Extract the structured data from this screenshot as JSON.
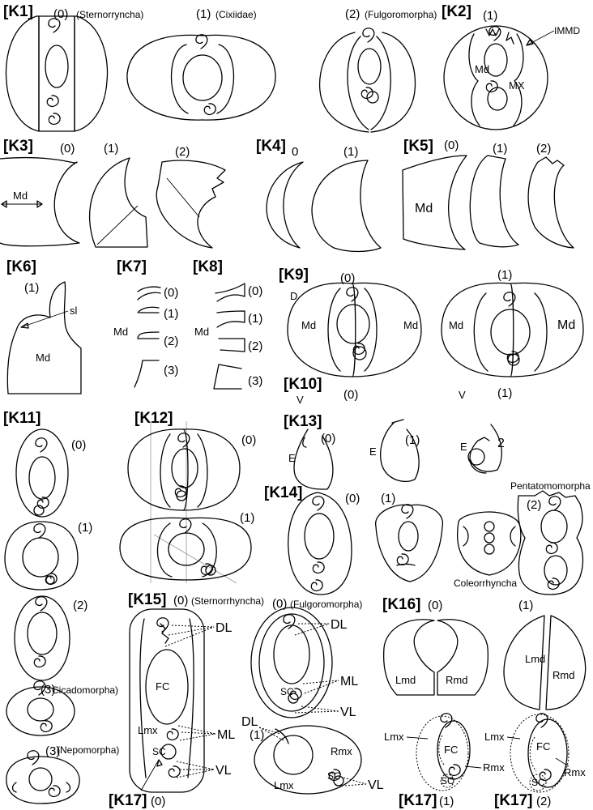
{
  "panels": {
    "k1": {
      "label": "[K1]",
      "s0": "(0)",
      "t0": "(Sternorryncha)",
      "s1": "(1)",
      "t1": "(Cixiidae)",
      "s2": "(2)",
      "t2": "(Fulgoromorpha)"
    },
    "k2": {
      "label": "[K2]",
      "state": "(1)",
      "immd": "IMMD",
      "md": "Md",
      "mx": "MX"
    },
    "k3": {
      "label": "[K3]",
      "s0": "(0)",
      "s1": "(1)",
      "s2": "(2)",
      "md": "Md"
    },
    "k4": {
      "label": "[K4]",
      "s0": "0",
      "s1": "(1)"
    },
    "k5": {
      "label": "[K5]",
      "s0": "(0)",
      "s1": "(1)",
      "s2": "(2)",
      "md": "Md"
    },
    "k6": {
      "label": "[K6]",
      "state": "(1)",
      "sl": "sl",
      "md": "Md"
    },
    "k7": {
      "label": "[K7]",
      "md": "Md",
      "states": [
        "(0)",
        "(1)",
        "(2)",
        "(3)"
      ]
    },
    "k8": {
      "label": "[K8]",
      "md": "Md",
      "states": [
        "(0)",
        "(1)",
        "(2)",
        "(3)"
      ]
    },
    "k9": {
      "label": "[K9]",
      "s0": "(0)",
      "s1": "(1)",
      "d": "D",
      "md": "Md"
    },
    "k10": {
      "label": "[K10]",
      "v": "V",
      "s0": "(0)",
      "s1": "(1)"
    },
    "k11": {
      "label": "[K11]",
      "s0": "(0)",
      "s1": "(1)",
      "s2": "(2)",
      "s3": "(3)",
      "t3": "Cicadomorpha)",
      "s4": "(3)",
      "t4": "(Nepomorpha)"
    },
    "k12": {
      "label": "[K12]",
      "s0": "(0)",
      "s1": "(1)"
    },
    "k13": {
      "label": "[K13]",
      "s0": "(0)",
      "s1": "(1)",
      "s2": "2",
      "e": "E"
    },
    "k14": {
      "label": "[K14]",
      "s0": "(0)",
      "s1": "(1)",
      "s2": "(2)",
      "pent": "Pentatomomorpha",
      "coleo": "Coleorrhyncha"
    },
    "k15": {
      "label": "[K15]",
      "s0": "(0)",
      "t0": "(Sternorrhyncha)",
      "fs0": "(0)",
      "ft0": "(Fulgoromorpha)",
      "fs1": "(1)",
      "dl": "DL",
      "ml": "ML",
      "vl": "VL",
      "fc": "FC",
      "lmx": "Lmx",
      "rmx": "Rmx",
      "sc": "SC"
    },
    "k16": {
      "label": "[K16]",
      "s0": "(0)",
      "s1": "(1)",
      "lmd": "Lmd",
      "rmd": "Rmd"
    },
    "k17": {
      "label": "[K17]",
      "s0": "(0)",
      "s1": "(1)",
      "s2": "(2)",
      "lmx": "Lmx",
      "rmx": "Rmx",
      "fc": "FC",
      "sc": "SC"
    }
  }
}
